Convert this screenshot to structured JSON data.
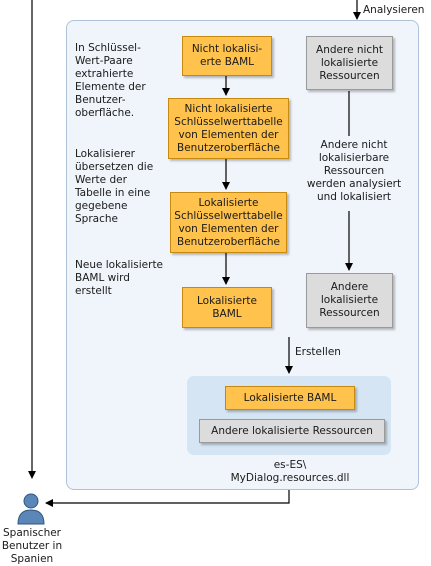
{
  "labels": {
    "analysieren": "Analysieren",
    "erstellen": "Erstellen",
    "dll_name": "es-ES\\\nMyDialog.resources.dll",
    "user": "Spanischer\nBenutzer in\nSpanien"
  },
  "notes": {
    "note1": "In Schlüssel-\nWert-Paare\nextrahierte\nElemente der\nBenutzer-\noberfläche.",
    "note2": "Lokalisierer\nübersetzen die\nWerte der\nTabelle in eine\ngegebene\nSprache",
    "note3": "Neue lokalisierte\nBAML wird\nerstellt",
    "note_right": "Andere nicht\nlokalisierbare\nRessourcen\nwerden analysiert\nund lokalisiert"
  },
  "boxes": {
    "nicht_lokalisierte_baml": "Nicht lokalisi-\nerte BAML",
    "andere_nicht_lokalisierte": "Andere nicht\nlokalisierte\nRessourcen",
    "nicht_lokalisierte_tabelle": "Nicht lokalisierte\nSchlüsselwerttabelle\nvon Elementen der\nBenutzeroberfläche",
    "lokalisierte_tabelle": "Lokalisierte\nSchlüsselwerttabelle\nvon Elementen der\nBenutzeroberfläche",
    "lokalisierte_baml": "Lokalisierte\nBAML",
    "andere_lokalisierte": "Andere\nlokalisierte\nRessourcen",
    "out_lokalisierte_baml": "Lokalisierte BAML",
    "out_andere_lokalisierte": "Andere lokalisierte Ressourcen"
  },
  "colors": {
    "orange_box": "#ffc24c",
    "gray_box": "#dcdcdc",
    "panel": "#f0f5fb",
    "inner_panel": "#d5e5f3",
    "user_icon": "#5b86b8"
  }
}
